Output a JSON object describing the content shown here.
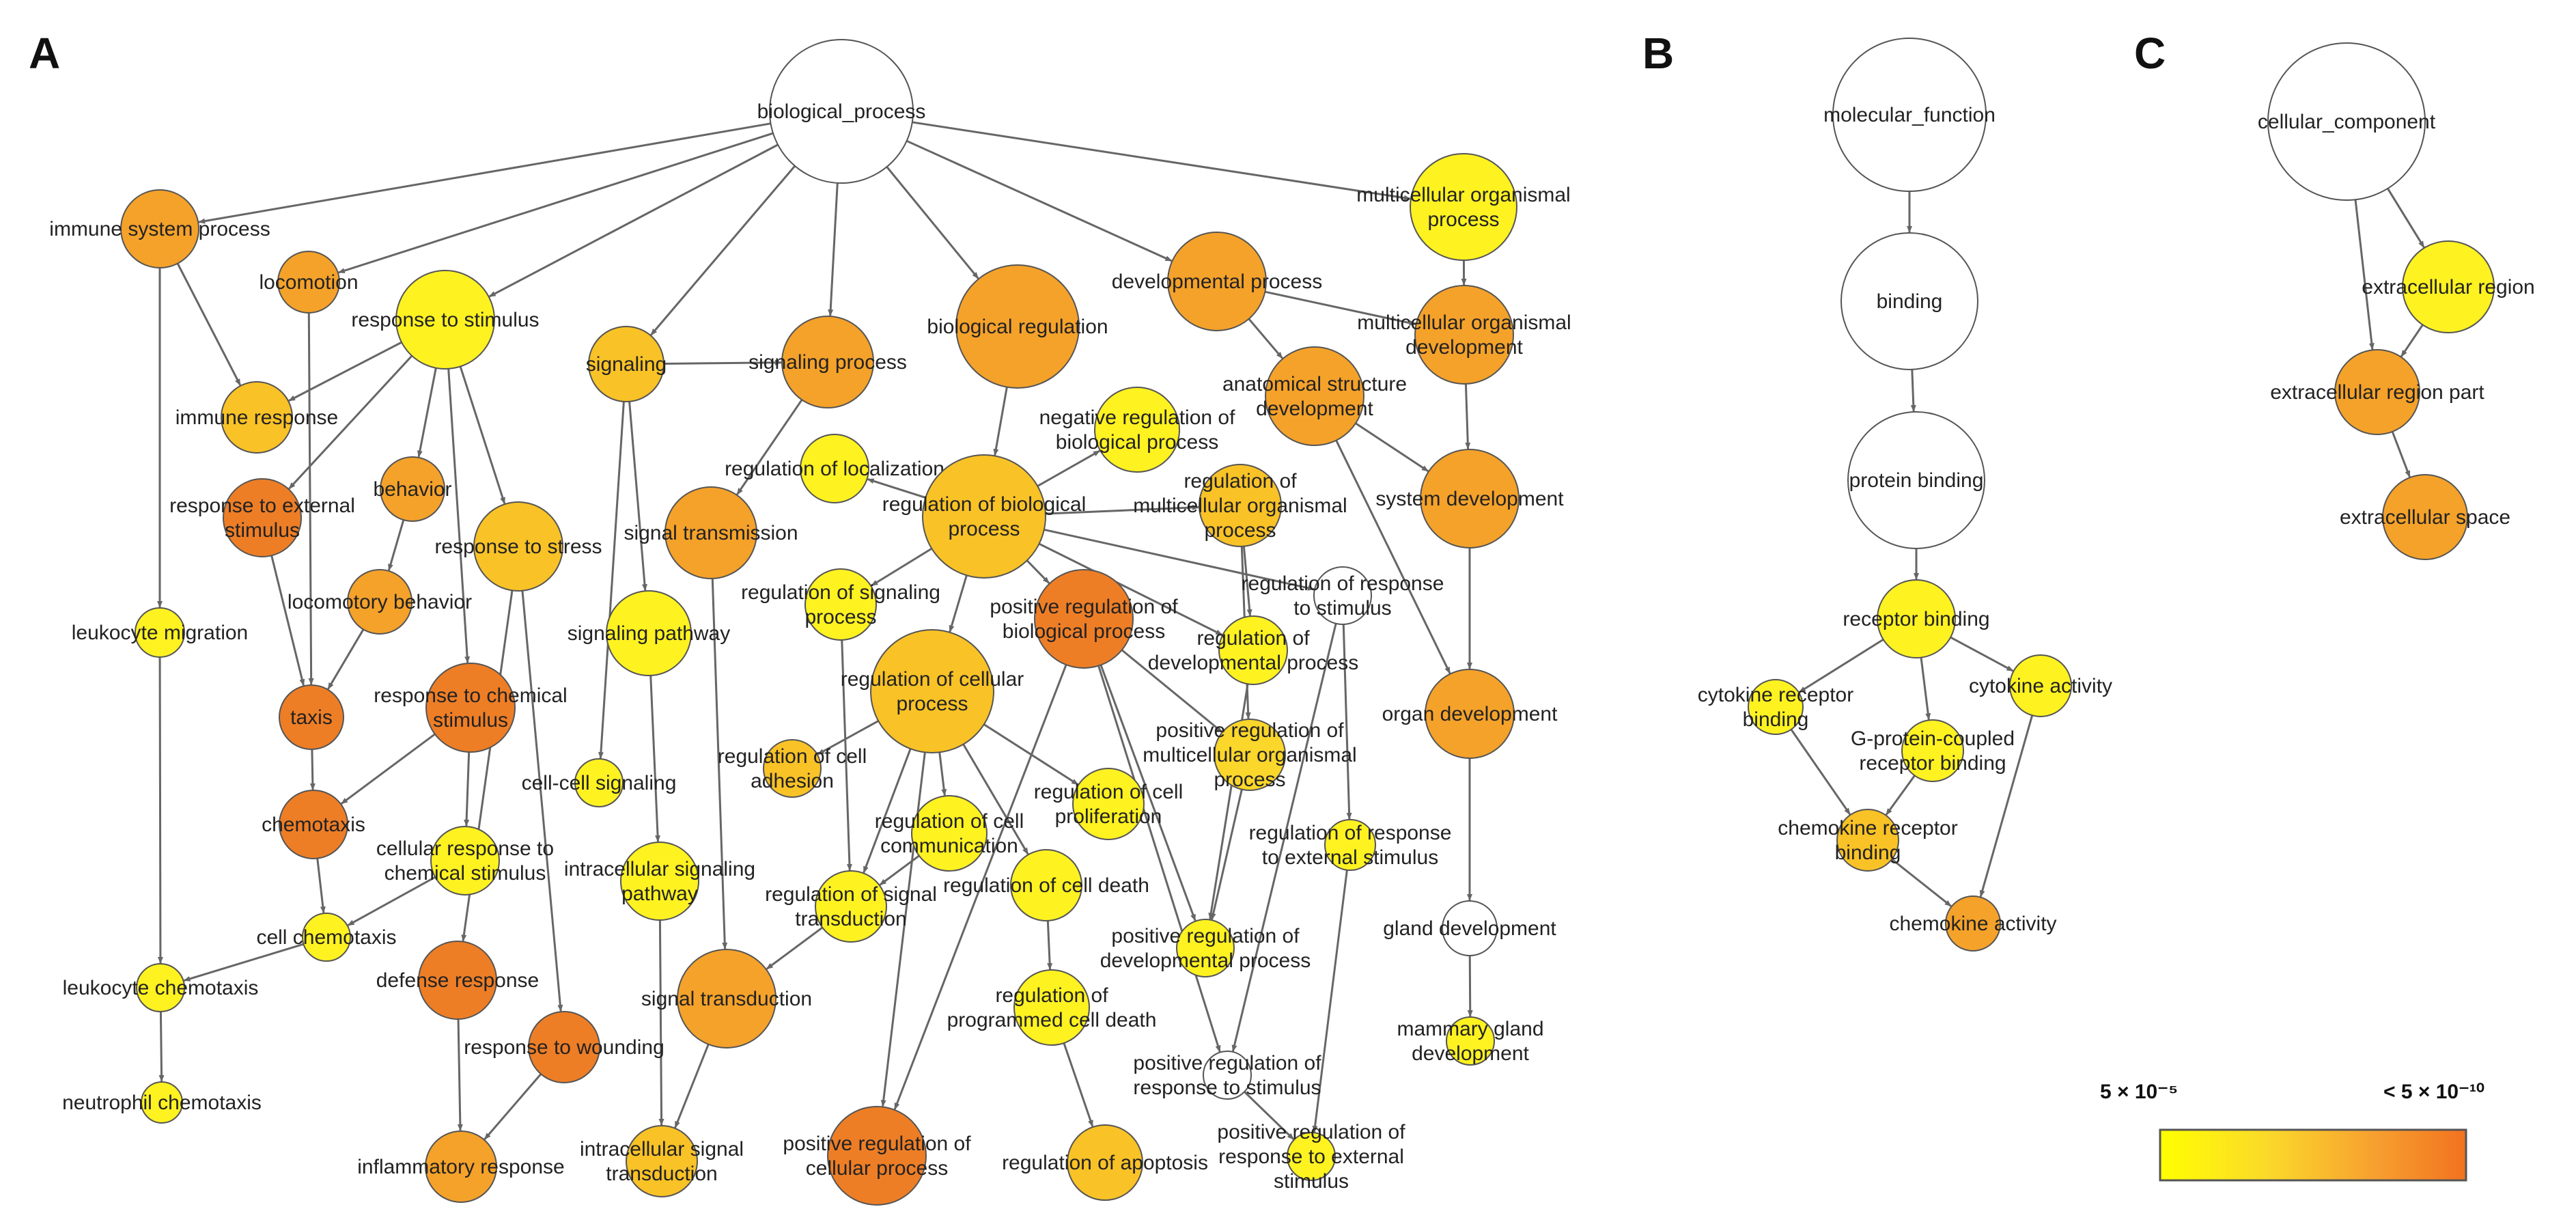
{
  "panels": [
    "A",
    "B",
    "C"
  ],
  "legend": {
    "low_label": "5 × 10⁻⁵",
    "high_label": "< 5 × 10⁻¹⁰",
    "gradient_colors": [
      "#ffff00",
      "#fbd92a",
      "#f7a030",
      "#f2721f"
    ]
  },
  "colors": {
    "white": "#ffffff",
    "yellow": "#fff221",
    "yellow_orange": "#fbd62b",
    "light_orange": "#f9c226",
    "orange": "#f5a22a",
    "dark_orange": "#ee7e26",
    "edge": "#666666"
  },
  "nodes": [
    {
      "id": "bp",
      "lines": [
        "biological_process"
      ],
      "color": "white"
    },
    {
      "id": "imm_sys",
      "lines": [
        "immune system process"
      ],
      "color": "orange"
    },
    {
      "id": "locomotion",
      "lines": [
        "locomotion"
      ],
      "color": "orange"
    },
    {
      "id": "resp_stim",
      "lines": [
        "response to stimulus"
      ],
      "color": "yellow"
    },
    {
      "id": "signaling",
      "lines": [
        "signaling"
      ],
      "color": "light_orange"
    },
    {
      "id": "sig_proc",
      "lines": [
        "signaling process"
      ],
      "color": "orange"
    },
    {
      "id": "bio_reg",
      "lines": [
        "biological regulation"
      ],
      "color": "orange"
    },
    {
      "id": "dev_proc",
      "lines": [
        "developmental process"
      ],
      "color": "orange"
    },
    {
      "id": "mc_org_proc",
      "lines": [
        "multicellular organismal",
        "process"
      ],
      "color": "yellow"
    },
    {
      "id": "imm_resp",
      "lines": [
        "immune response"
      ],
      "color": "light_orange"
    },
    {
      "id": "behavior",
      "lines": [
        "behavior"
      ],
      "color": "orange"
    },
    {
      "id": "resp_ext",
      "lines": [
        "response to external",
        "stimulus"
      ],
      "color": "dark_orange"
    },
    {
      "id": "resp_stress",
      "lines": [
        "response to stress"
      ],
      "color": "light_orange"
    },
    {
      "id": "sig_trans",
      "lines": [
        "signal transmission"
      ],
      "color": "orange"
    },
    {
      "id": "reg_loc",
      "lines": [
        "regulation of localization"
      ],
      "color": "yellow"
    },
    {
      "id": "neg_reg_bio",
      "lines": [
        "negative regulation of",
        "biological process"
      ],
      "color": "yellow"
    },
    {
      "id": "reg_bio",
      "lines": [
        "regulation of biological",
        "process"
      ],
      "color": "light_orange"
    },
    {
      "id": "reg_mc",
      "lines": [
        "regulation of",
        "multicellular organismal",
        "process"
      ],
      "color": "light_orange"
    },
    {
      "id": "anat",
      "lines": [
        "anatomical structure",
        "development"
      ],
      "color": "orange"
    },
    {
      "id": "mc_org_dev",
      "lines": [
        "multicellular organismal",
        "development"
      ],
      "color": "orange"
    },
    {
      "id": "sys_dev",
      "lines": [
        "system development"
      ],
      "color": "orange"
    },
    {
      "id": "leuk_mig",
      "lines": [
        "leukocyte migration"
      ],
      "color": "yellow"
    },
    {
      "id": "loco_beh",
      "lines": [
        "locomotory behavior"
      ],
      "color": "orange"
    },
    {
      "id": "taxis",
      "lines": [
        "taxis"
      ],
      "color": "dark_orange"
    },
    {
      "id": "resp_chem",
      "lines": [
        "response to chemical",
        "stimulus"
      ],
      "color": "dark_orange"
    },
    {
      "id": "sig_path",
      "lines": [
        "signaling pathway"
      ],
      "color": "yellow"
    },
    {
      "id": "reg_sig_proc",
      "lines": [
        "regulation of signaling",
        "process"
      ],
      "color": "yellow"
    },
    {
      "id": "reg_cell_proc",
      "lines": [
        "regulation of cellular",
        "process"
      ],
      "color": "light_orange"
    },
    {
      "id": "pos_reg_bio",
      "lines": [
        "positive regulation of",
        "biological process"
      ],
      "color": "dark_orange"
    },
    {
      "id": "reg_dev_proc",
      "lines": [
        "regulation of",
        "developmental process"
      ],
      "color": "yellow"
    },
    {
      "id": "reg_resp_stim",
      "lines": [
        "regulation of response",
        "to stimulus"
      ],
      "color": "white"
    },
    {
      "id": "organ_dev",
      "lines": [
        "organ development"
      ],
      "color": "orange"
    },
    {
      "id": "pos_reg_mc",
      "lines": [
        "positive regulation of",
        "multicellular organismal",
        "process"
      ],
      "color": "yellow_orange"
    },
    {
      "id": "reg_cell_adh",
      "lines": [
        "regulation of cell",
        "adhesion"
      ],
      "color": "light_orange"
    },
    {
      "id": "reg_cell_prolif",
      "lines": [
        "regulation of cell",
        "proliferation"
      ],
      "color": "yellow"
    },
    {
      "id": "cc_sig",
      "lines": [
        "cell-cell signaling"
      ],
      "color": "yellow"
    },
    {
      "id": "chemotaxis",
      "lines": [
        "chemotaxis"
      ],
      "color": "dark_orange"
    },
    {
      "id": "cell_resp_chem",
      "lines": [
        "cellular response to",
        "chemical stimulus"
      ],
      "color": "yellow"
    },
    {
      "id": "intra_sig_path",
      "lines": [
        "intracellular signaling",
        "pathway"
      ],
      "color": "yellow"
    },
    {
      "id": "reg_cell_comm",
      "lines": [
        "regulation of cell",
        "communication"
      ],
      "color": "yellow"
    },
    {
      "id": "reg_sig_trans",
      "lines": [
        "regulation of signal",
        "transduction"
      ],
      "color": "yellow"
    },
    {
      "id": "reg_cell_death",
      "lines": [
        "regulation of cell death"
      ],
      "color": "yellow"
    },
    {
      "id": "reg_resp_ext",
      "lines": [
        "regulation of response",
        "to external stimulus"
      ],
      "color": "yellow"
    },
    {
      "id": "cell_chemo",
      "lines": [
        "cell chemotaxis"
      ],
      "color": "yellow"
    },
    {
      "id": "leuk_chemo",
      "lines": [
        "leukocyte chemotaxis"
      ],
      "color": "yellow"
    },
    {
      "id": "def_resp",
      "lines": [
        "defense response"
      ],
      "color": "dark_orange"
    },
    {
      "id": "pos_reg_dev",
      "lines": [
        "positive regulation of",
        "developmental process"
      ],
      "color": "yellow"
    },
    {
      "id": "gland_dev",
      "lines": [
        "gland development"
      ],
      "color": "white"
    },
    {
      "id": "sig_transd",
      "lines": [
        "signal transduction"
      ],
      "color": "orange"
    },
    {
      "id": "reg_pcd",
      "lines": [
        "regulation of",
        "programmed cell death"
      ],
      "color": "yellow"
    },
    {
      "id": "resp_wound",
      "lines": [
        "response to wounding"
      ],
      "color": "dark_orange"
    },
    {
      "id": "mammary",
      "lines": [
        "mammary gland",
        "development"
      ],
      "color": "yellow"
    },
    {
      "id": "pos_reg_resp_stim",
      "lines": [
        "positive regulation of",
        "response to stimulus"
      ],
      "color": "white"
    },
    {
      "id": "neutro_chemo",
      "lines": [
        "neutrophil chemotaxis"
      ],
      "color": "yellow"
    },
    {
      "id": "pos_reg_resp_ext",
      "lines": [
        "positive regulation of",
        "response to external",
        "stimulus"
      ],
      "color": "yellow"
    },
    {
      "id": "pos_reg_cell_proc",
      "lines": [
        "positive regulation of",
        "cellular process"
      ],
      "color": "dark_orange"
    },
    {
      "id": "intra_sig_transd",
      "lines": [
        "intracellular signal",
        "transduction"
      ],
      "color": "light_orange"
    },
    {
      "id": "inflam",
      "lines": [
        "inflammatory response"
      ],
      "color": "orange"
    },
    {
      "id": "reg_apop",
      "lines": [
        "regulation of apoptosis"
      ],
      "color": "light_orange"
    },
    {
      "id": "mf",
      "lines": [
        "molecular_function"
      ],
      "color": "white"
    },
    {
      "id": "binding",
      "lines": [
        "binding"
      ],
      "color": "white"
    },
    {
      "id": "prot_binding",
      "lines": [
        "protein binding"
      ],
      "color": "white"
    },
    {
      "id": "rec_binding",
      "lines": [
        "receptor binding"
      ],
      "color": "yellow"
    },
    {
      "id": "cyto_rec_binding",
      "lines": [
        "cytokine receptor",
        "binding"
      ],
      "color": "yellow"
    },
    {
      "id": "cyto_act",
      "lines": [
        "cytokine activity"
      ],
      "color": "yellow"
    },
    {
      "id": "gpcr_binding",
      "lines": [
        "G-protein-coupled",
        "receptor binding"
      ],
      "color": "yellow"
    },
    {
      "id": "chemo_rec_binding",
      "lines": [
        "chemokine receptor",
        "binding"
      ],
      "color": "light_orange"
    },
    {
      "id": "chemo_act",
      "lines": [
        "chemokine activity"
      ],
      "color": "orange"
    },
    {
      "id": "cc",
      "lines": [
        "cellular_component"
      ],
      "color": "white"
    },
    {
      "id": "extra_region",
      "lines": [
        "extracellular region"
      ],
      "color": "yellow"
    },
    {
      "id": "extra_region_part",
      "lines": [
        "extracellular region part"
      ],
      "color": "orange"
    },
    {
      "id": "extra_space",
      "lines": [
        "extracellular space"
      ],
      "color": "orange"
    }
  ],
  "edges": [
    [
      "bp",
      "imm_sys"
    ],
    [
      "bp",
      "locomotion"
    ],
    [
      "bp",
      "resp_stim"
    ],
    [
      "bp",
      "signaling"
    ],
    [
      "bp",
      "sig_proc"
    ],
    [
      "bp",
      "bio_reg"
    ],
    [
      "bp",
      "dev_proc"
    ],
    [
      "bp",
      "mc_org_proc"
    ],
    [
      "imm_sys",
      "imm_resp"
    ],
    [
      "imm_sys",
      "leuk_mig"
    ],
    [
      "locomotion",
      "taxis"
    ],
    [
      "resp_stim",
      "imm_resp"
    ],
    [
      "resp_stim",
      "behavior"
    ],
    [
      "resp_stim",
      "resp_ext"
    ],
    [
      "resp_stim",
      "resp_stress"
    ],
    [
      "resp_stim",
      "resp_chem"
    ],
    [
      "signaling",
      "sig_proc"
    ],
    [
      "signaling",
      "sig_path"
    ],
    [
      "signaling",
      "cc_sig"
    ],
    [
      "sig_proc",
      "sig_trans"
    ],
    [
      "bio_reg",
      "reg_bio"
    ],
    [
      "dev_proc",
      "anat"
    ],
    [
      "dev_proc",
      "mc_org_dev"
    ],
    [
      "mc_org_proc",
      "mc_org_dev"
    ],
    [
      "mc_org_dev",
      "sys_dev"
    ],
    [
      "anat",
      "sys_dev"
    ],
    [
      "anat",
      "organ_dev"
    ],
    [
      "sys_dev",
      "organ_dev"
    ],
    [
      "organ_dev",
      "gland_dev"
    ],
    [
      "gland_dev",
      "mammary"
    ],
    [
      "behavior",
      "loco_beh"
    ],
    [
      "loco_beh",
      "taxis"
    ],
    [
      "resp_ext",
      "taxis"
    ],
    [
      "taxis",
      "chemotaxis"
    ],
    [
      "resp_chem",
      "chemotaxis"
    ],
    [
      "resp_chem",
      "cell_resp_chem"
    ],
    [
      "resp_stress",
      "def_resp"
    ],
    [
      "resp_stress",
      "resp_wound"
    ],
    [
      "chemotaxis",
      "cell_chemo"
    ],
    [
      "cell_resp_chem",
      "cell_chemo"
    ],
    [
      "cell_chemo",
      "leuk_chemo"
    ],
    [
      "leuk_mig",
      "leuk_chemo"
    ],
    [
      "leuk_chemo",
      "neutro_chemo"
    ],
    [
      "def_resp",
      "inflam"
    ],
    [
      "resp_wound",
      "inflam"
    ],
    [
      "sig_path",
      "intra_sig_path"
    ],
    [
      "intra_sig_path",
      "intra_sig_transd"
    ],
    [
      "sig_trans",
      "sig_transd"
    ],
    [
      "sig_transd",
      "intra_sig_transd"
    ],
    [
      "reg_bio",
      "reg_loc"
    ],
    [
      "reg_bio",
      "neg_reg_bio"
    ],
    [
      "reg_bio",
      "reg_mc"
    ],
    [
      "reg_bio",
      "reg_sig_proc"
    ],
    [
      "reg_bio",
      "reg_cell_proc"
    ],
    [
      "reg_bio",
      "pos_reg_bio"
    ],
    [
      "reg_bio",
      "reg_dev_proc"
    ],
    [
      "reg_bio",
      "reg_resp_stim"
    ],
    [
      "reg_mc",
      "reg_dev_proc"
    ],
    [
      "reg_mc",
      "pos_reg_mc"
    ],
    [
      "reg_cell_proc",
      "reg_cell_adh"
    ],
    [
      "reg_cell_proc",
      "reg_cell_comm"
    ],
    [
      "reg_cell_proc",
      "reg_cell_prolif"
    ],
    [
      "reg_cell_proc",
      "reg_cell_death"
    ],
    [
      "reg_cell_proc",
      "reg_sig_trans"
    ],
    [
      "reg_cell_proc",
      "pos_reg_cell_proc"
    ],
    [
      "reg_sig_proc",
      "reg_sig_trans"
    ],
    [
      "reg_cell_comm",
      "reg_sig_trans"
    ],
    [
      "reg_sig_trans",
      "sig_transd"
    ],
    [
      "pos_reg_bio",
      "pos_reg_cell_proc"
    ],
    [
      "pos_reg_bio",
      "pos_reg_mc"
    ],
    [
      "pos_reg_bio",
      "pos_reg_dev"
    ],
    [
      "pos_reg_bio",
      "pos_reg_resp_stim"
    ],
    [
      "reg_dev_proc",
      "pos_reg_dev"
    ],
    [
      "pos_reg_mc",
      "pos_reg_dev"
    ],
    [
      "reg_resp_stim",
      "reg_resp_ext"
    ],
    [
      "reg_resp_stim",
      "pos_reg_resp_stim"
    ],
    [
      "reg_resp_ext",
      "pos_reg_resp_ext"
    ],
    [
      "pos_reg_resp_stim",
      "pos_reg_resp_ext"
    ],
    [
      "reg_cell_death",
      "reg_pcd"
    ],
    [
      "reg_pcd",
      "reg_apop"
    ],
    [
      "mf",
      "binding"
    ],
    [
      "binding",
      "prot_binding"
    ],
    [
      "prot_binding",
      "rec_binding"
    ],
    [
      "rec_binding",
      "cyto_rec_binding"
    ],
    [
      "rec_binding",
      "cyto_act"
    ],
    [
      "rec_binding",
      "gpcr_binding"
    ],
    [
      "cyto_rec_binding",
      "chemo_rec_binding"
    ],
    [
      "gpcr_binding",
      "chemo_rec_binding"
    ],
    [
      "chemo_rec_binding",
      "chemo_act"
    ],
    [
      "cyto_act",
      "chemo_act"
    ],
    [
      "cc",
      "extra_region"
    ],
    [
      "cc",
      "extra_region_part"
    ],
    [
      "extra_region",
      "extra_region_part"
    ],
    [
      "extra_region_part",
      "extra_space"
    ]
  ]
}
